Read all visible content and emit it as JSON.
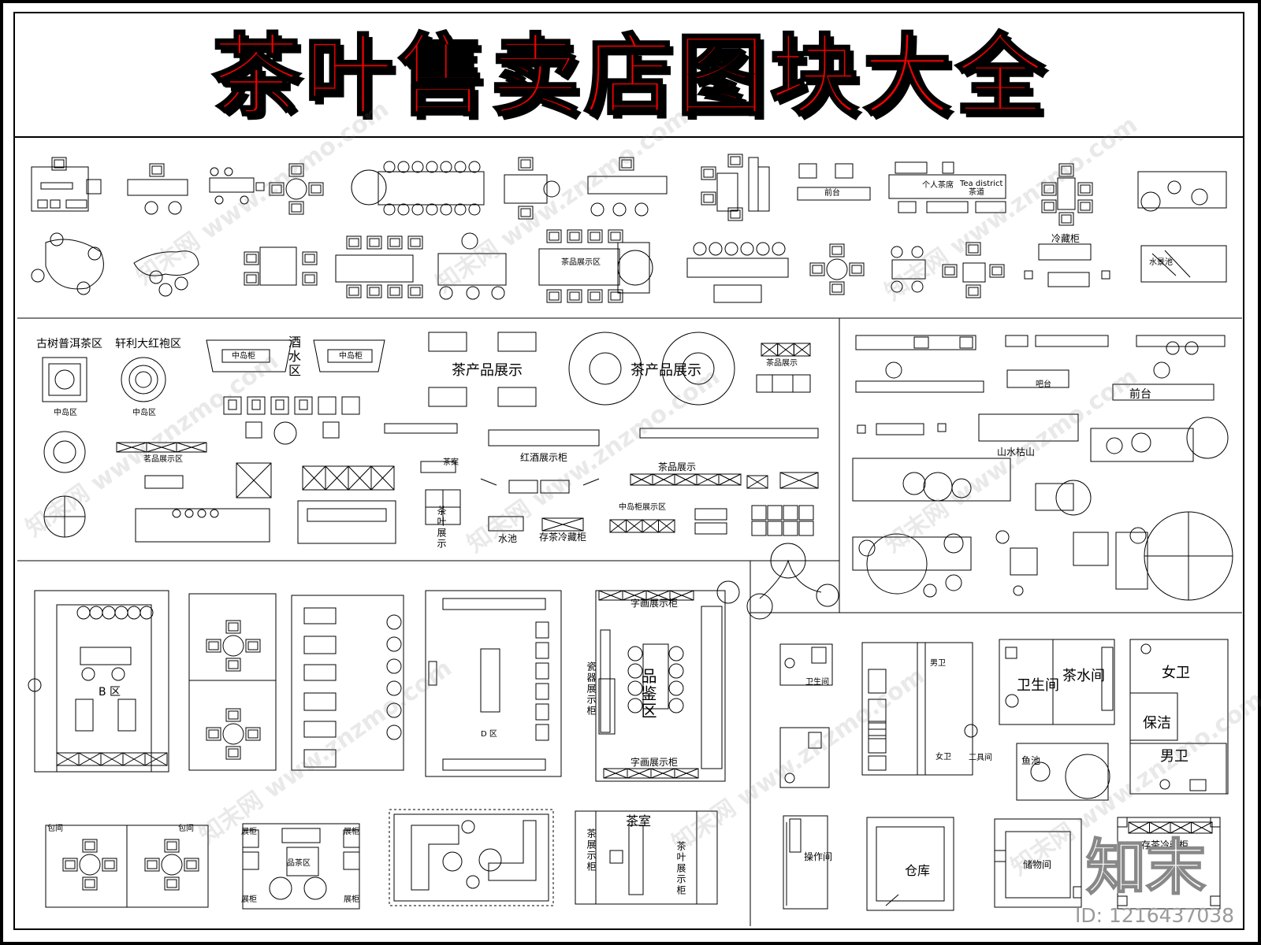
{
  "title": "茶叶售卖店图块大全",
  "id_tag": "ID: 1216437038",
  "logo_text": "知末",
  "watermark": "知末网 www.znzmo.com",
  "colors": {
    "title_red": "#f00000",
    "line": "#000000"
  },
  "labels": {
    "qianTai": "前台",
    "teaDistrict": "Tea district",
    "geRenChaXi": "个人茶席",
    "chaDao": "茶道",
    "lengCangGui": "冷藏柜",
    "shuiJingChi": "水景池",
    "chaPinDisplay": "茶品展示区",
    "guShuPuEr": "古树普洱茶区",
    "xuanLiDaHongPao": "轩利大红袍区",
    "zhongDaoGui": "中岛柜",
    "jiuShuiQu": "酒水区",
    "chaChanPinZhanShi": "茶产品展示",
    "chaPinZhanShi": "茶品展示",
    "zhongDaoQu": "中岛区",
    "mingPinZhanShiQu": "茗品展示区",
    "hongJiuZhanShiGui": "红酒展示柜",
    "chaJia": "茶案",
    "chaYeZhanShi": "茶叶展示",
    "shuiChi": "水池",
    "cunChaLengCangGui": "存茶冷藏柜",
    "zhongDaoGuiZhanShiQu": "中岛柜展示区",
    "shanShuiKuShan": "山水枯山",
    "baTai": "吧台",
    "bQu": "B 区",
    "dQu": "D 区",
    "ziHuaZhanShiGui": "字画展示柜",
    "ciQiZhanShiGui": "瓷器展示柜",
    "pinJianQu": "品鉴区",
    "baoJian": "包间",
    "zhanGui": "展柜",
    "pinChaQu": "品茶区",
    "chaShi": "茶室",
    "chaZhanShiGui": "茶展示柜",
    "chaYeZhanShiGui": "茶叶展示柜",
    "weiShengJian": "卫生间",
    "chaShuiJian": "茶水间",
    "nvWei": "女卫",
    "nanWei": "男卫",
    "baoJie": "保洁",
    "gongJuJian": "工具间",
    "yuChi": "鱼池",
    "caoZuoJian": "操作间",
    "cangKu": "仓库",
    "chuWuJian": "储物间"
  }
}
